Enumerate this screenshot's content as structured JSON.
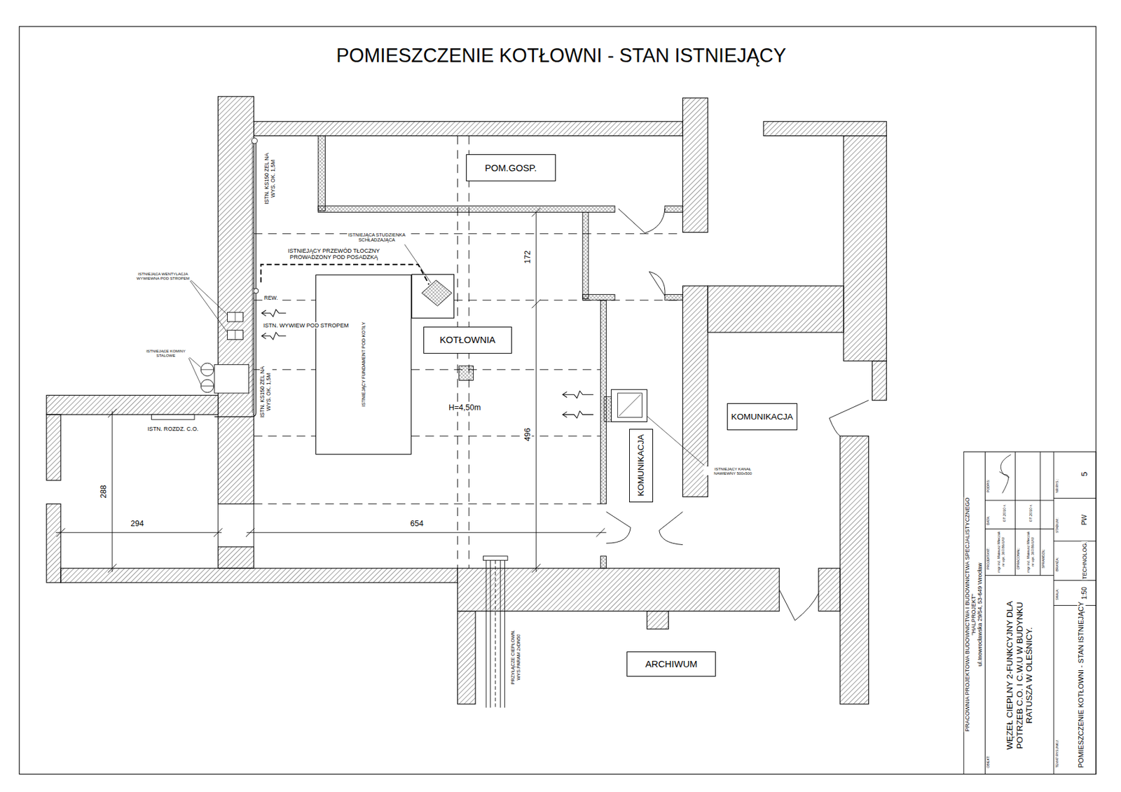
{
  "diagram": {
    "title": "POMIESZCZENIE KOTŁOWNI - STAN ISTNIEJĄCY",
    "nodes": [
      {
        "text": [
          "POM.GOSP."
        ]
      },
      {
        "text": [
          "ISTNIEJĄCY FUNDAMENT POD KOTŁY"
        ]
      },
      {
        "text": [
          "KOTŁOWNIA"
        ]
      },
      {
        "text": [
          "KOMUNIKACJA"
        ]
      },
      {
        "text": [
          "KOMUNIKACJA"
        ]
      },
      {
        "text": [
          "ARCHIWUM"
        ]
      }
    ],
    "labels": [
      "ISTN. KS150 ZEL NA WYS. OK. 1,5M",
      "ISTNIEJĄCA STUDZIENKA SCHŁADZAJĄCA",
      "ISTNIEJĄCY PRZEWÓD TŁOCZNY PROWADZONY POD POSADZKĄ",
      "ISTNIEJĄCA WENTYLACJA WYWIEWNA POD STROPEM",
      "REW.",
      "ISTN. WYWIEW POD STROPEM",
      "ISTNIEJĄCE KOMINY STALOWE",
      "ISTN. KS150 ZEL NA WYS. OK. 1,5M",
      "ISTN. ROZDZ. C.O.",
      "H=4,50m",
      "172",
      "496",
      "288",
      "294",
      "654",
      "ISTNIEJĄCY KANAŁ NAWIEWNY 500x500",
      "PRZYŁĄCZE CIEPŁOWN. WYS.PARAM 2xDN50",
      "PRACOWNIA PROJEKTOWA BUDOWNICTWA I BUDOWNICTWA SPECJALISTYCZNEGO",
      "\"HALPROJEKT\"",
      "ul.Inowrocławska 29/54, 53-649 Wrocław",
      "OBIEKT:",
      "WĘZEŁ CIEPLNY 2-FUNKCYJNY DLA POTRZEB C.O. I C.W.U W BUDYNKU RATUSZA W OLEŚNICY.",
      "PROJEKTANT:",
      "mgr inż. Mateusz Mleczak nr upr. 367/86/UW",
      "OPRACOWAŁ:",
      "mgr inż. Mateusz Mleczak nr upr. 367/86/UW",
      "SPRAWDZIŁ:",
      "DATA:",
      "07.2010 r.",
      "07.2010 r.",
      "PODPIS:",
      "TEMAT RYSUNKU:",
      "POMIESZCZENIE KOTŁOWNI - STAN ISTNIEJĄCY",
      "SKALA:",
      "1:50",
      "BRANŻA:",
      "TECHNOLOG.",
      "STADIUM:",
      "PW",
      "NR RYS.:",
      "5"
    ]
  }
}
